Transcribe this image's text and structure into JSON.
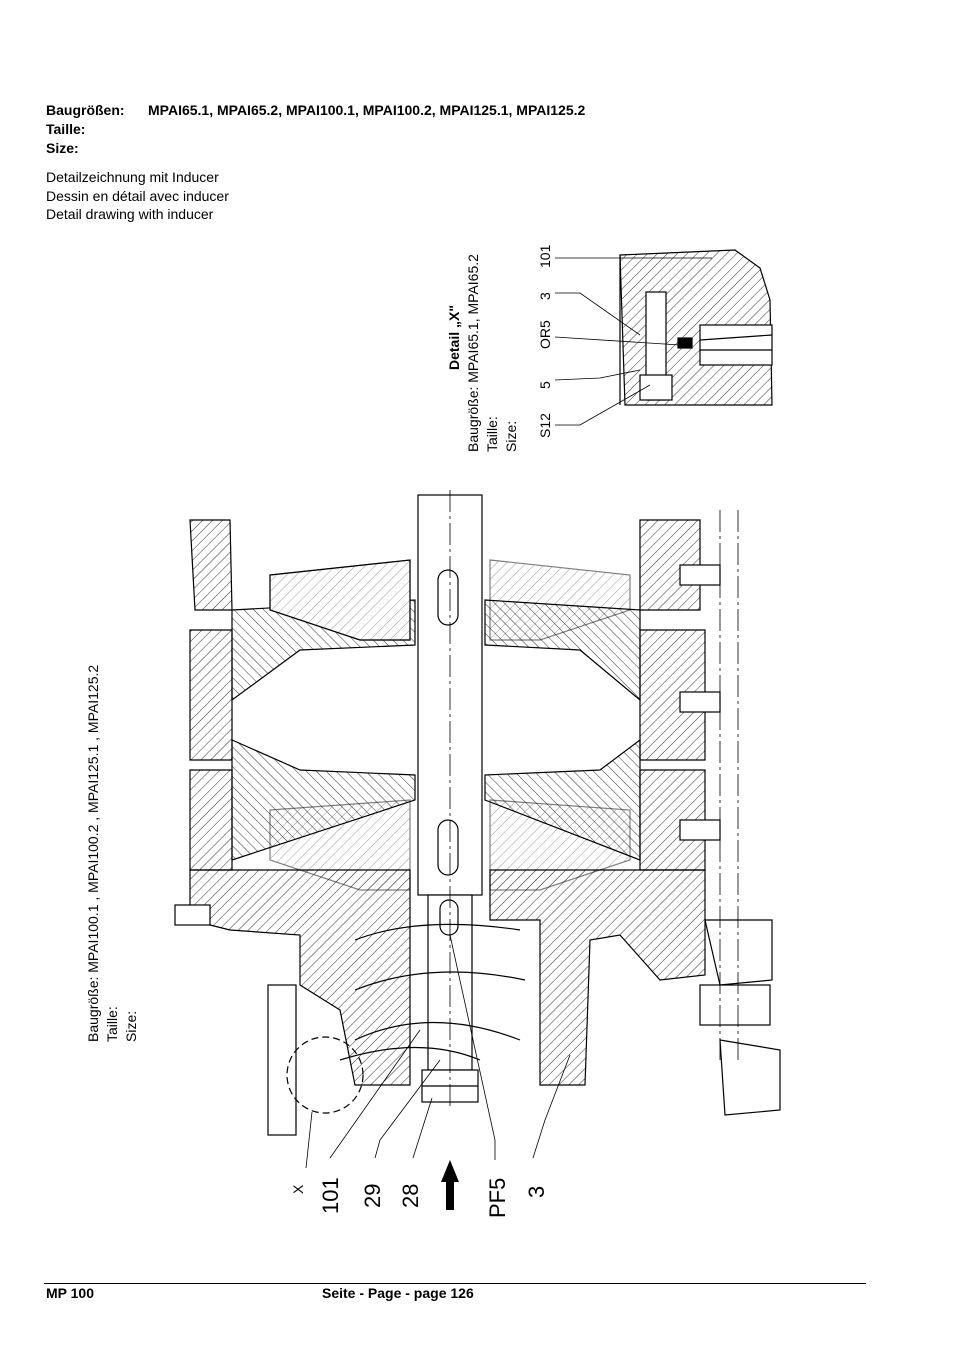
{
  "header": {
    "size_label": "Baugrößen:",
    "size_values": "MPAI65.1, MPAI65.2, MPAI100.1, MPAI100.2, MPAI125.1, MPAI125.2",
    "taille_label": "Taille:",
    "size_en_label": "Size:"
  },
  "description": {
    "de": "Detailzeichnung mit Inducer",
    "fr": "Dessin en détail avec inducer",
    "en": "Detail drawing with inducer"
  },
  "detail_x": {
    "title": "Detail „X\"",
    "size_line": "Baugröße: MPAI65.1, MPAI65.2",
    "taille_label": "Taille:",
    "size_label": "Size:",
    "parts": [
      "101",
      "3",
      "OR5",
      "5",
      "S12"
    ]
  },
  "main_view": {
    "size_line": "Baugröße: MPAI100.1 , MPAI100.2 , MPAI125.1 , MPAI125.2",
    "taille_label": "Taille:",
    "size_label": "Size:",
    "parts": [
      "X",
      "101",
      "29",
      "28",
      "PF5",
      "3"
    ]
  },
  "footer": {
    "left": "MP 100",
    "center": "Seite - Page - page 126"
  }
}
